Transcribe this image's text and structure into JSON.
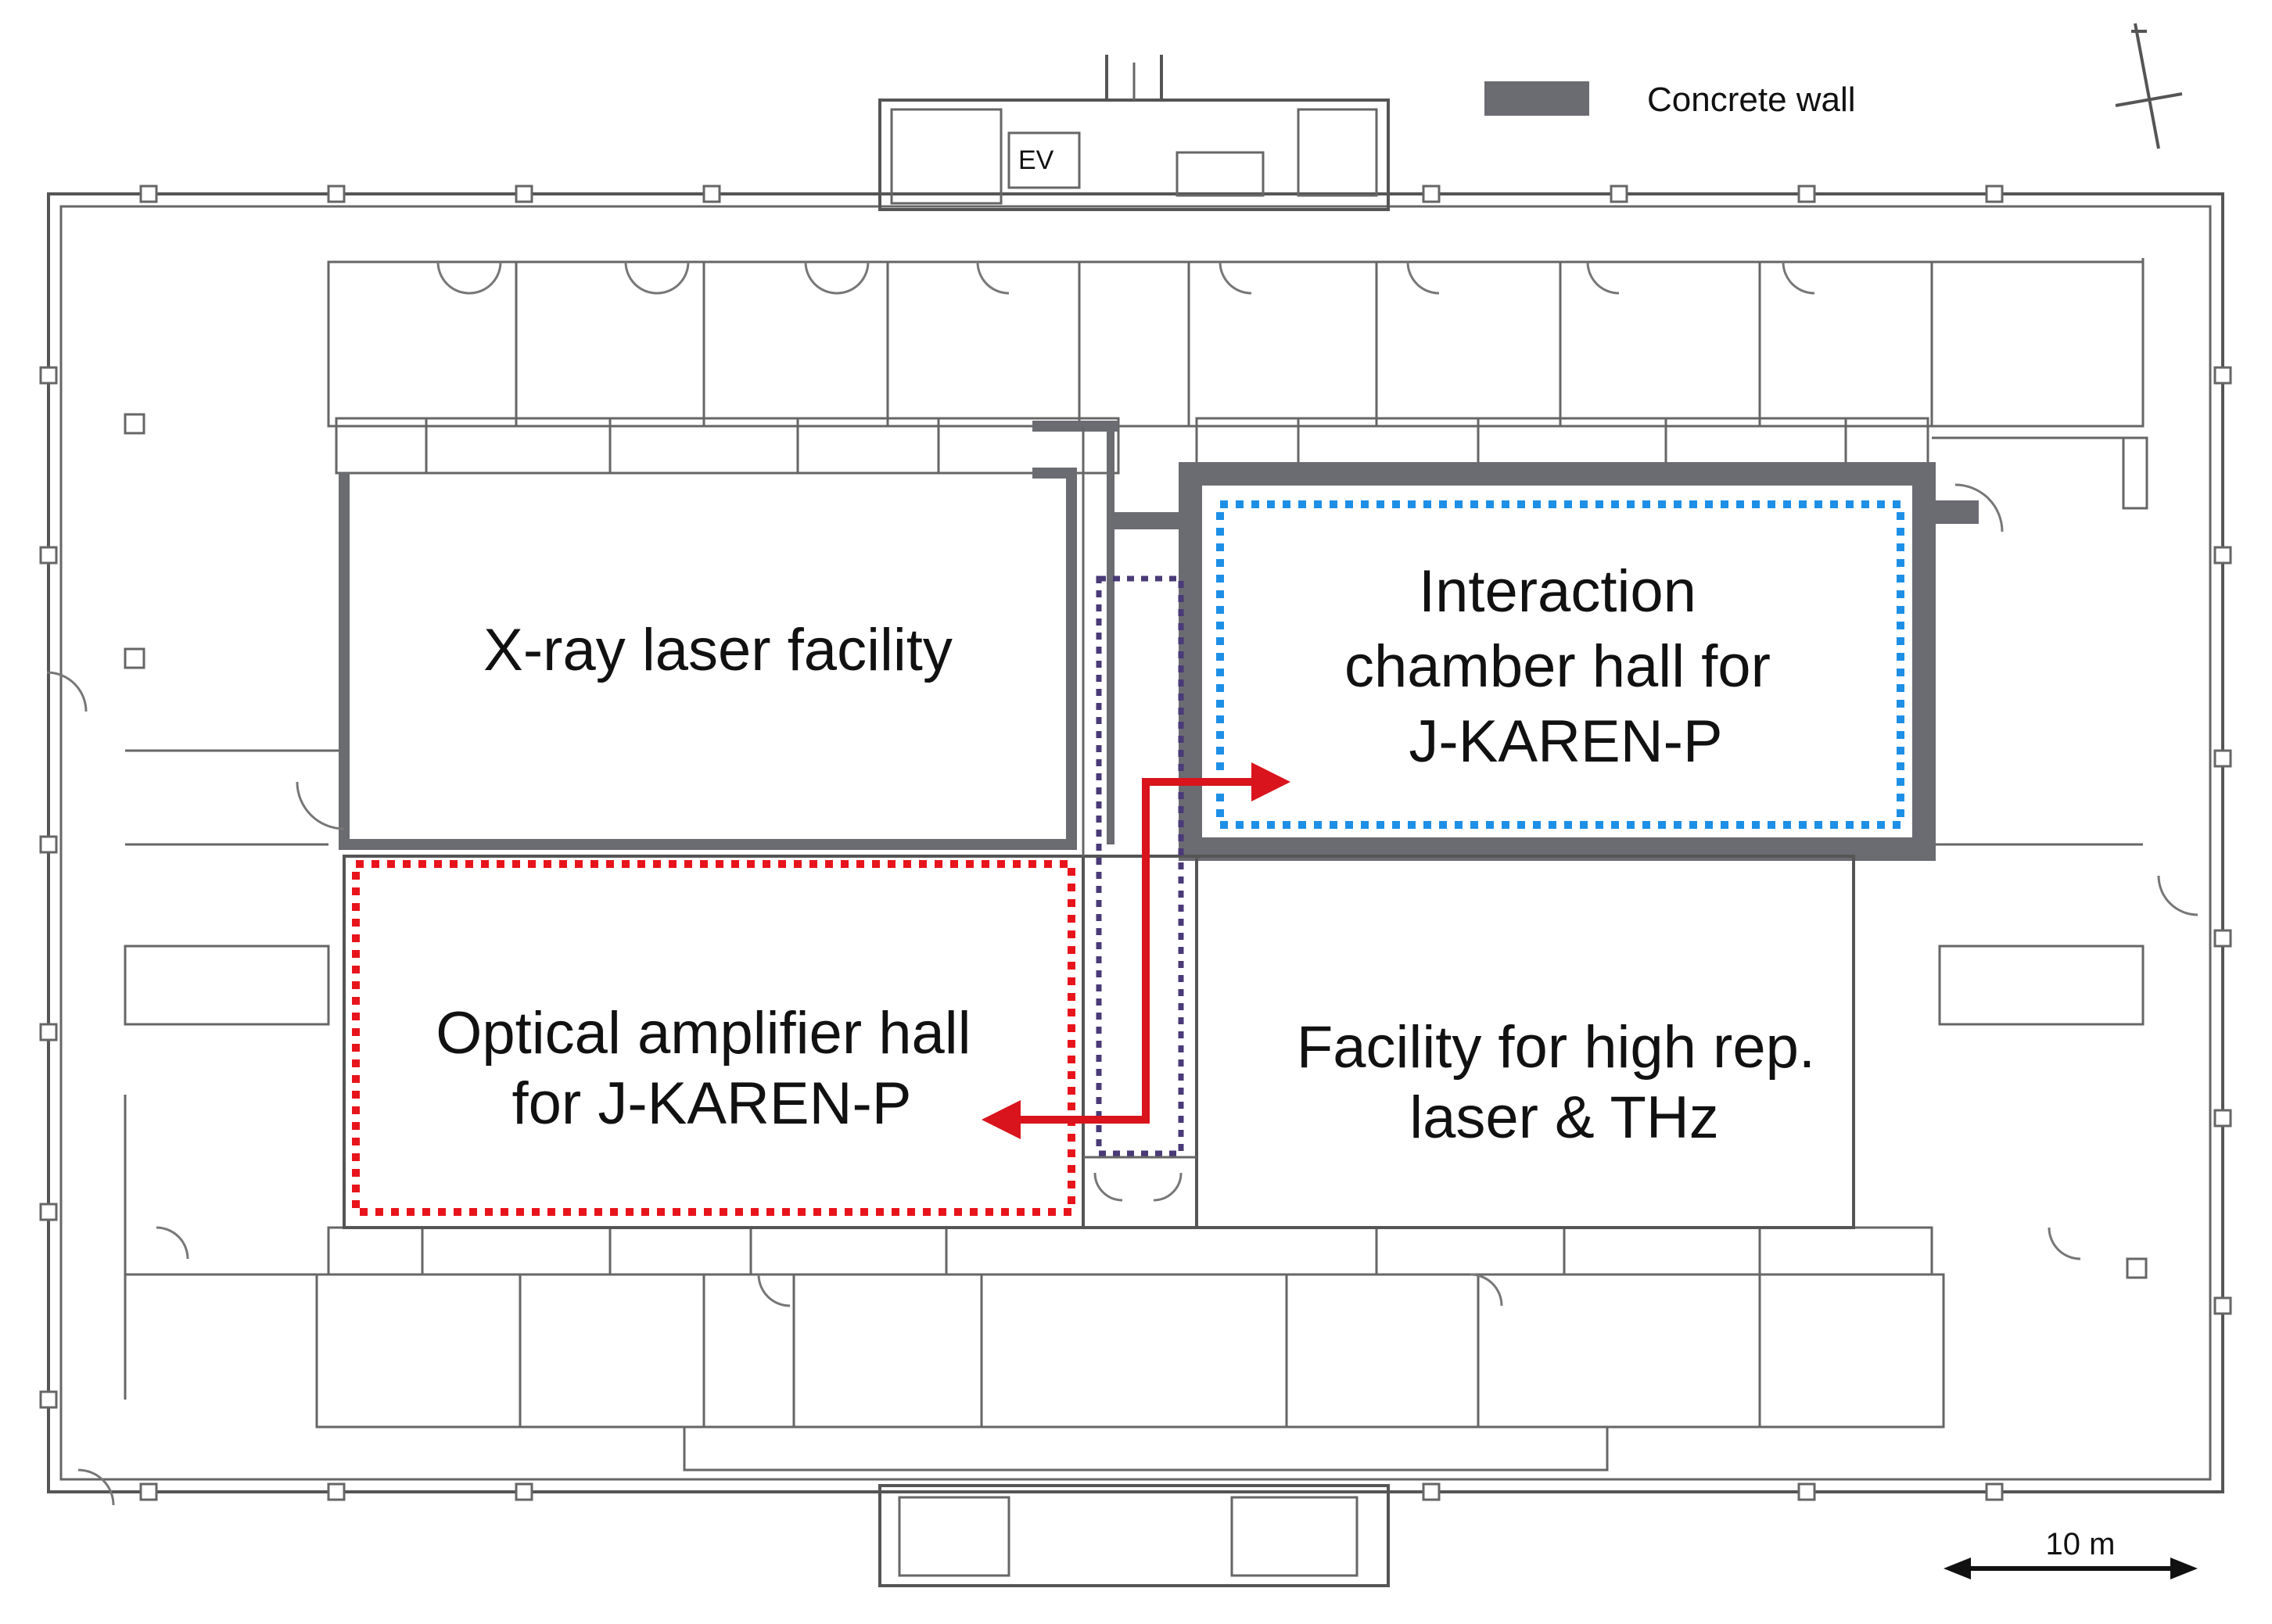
{
  "legend": {
    "concrete_wall_label": "Concrete wall",
    "concrete_wall_color": "#6b6b72"
  },
  "rooms": {
    "xray": {
      "lines": [
        "X-ray laser facility"
      ]
    },
    "interaction": {
      "lines": [
        "Interaction",
        "chamber hall for",
        "J-KAREN-P"
      ]
    },
    "amplifier": {
      "lines": [
        "Optical amplifier hall",
        "for J-KAREN-P"
      ]
    },
    "highrep": {
      "lines": [
        "Facility for high rep.",
        "laser & THz"
      ]
    }
  },
  "elevator_label": "EV",
  "scale": {
    "label": "10 m"
  },
  "colors": {
    "amplifier_outline": "#e8141c",
    "interaction_outline": "#1e8fe6",
    "beamline_outline": "#4a3a78",
    "beam_arrow": "#d9141c"
  }
}
